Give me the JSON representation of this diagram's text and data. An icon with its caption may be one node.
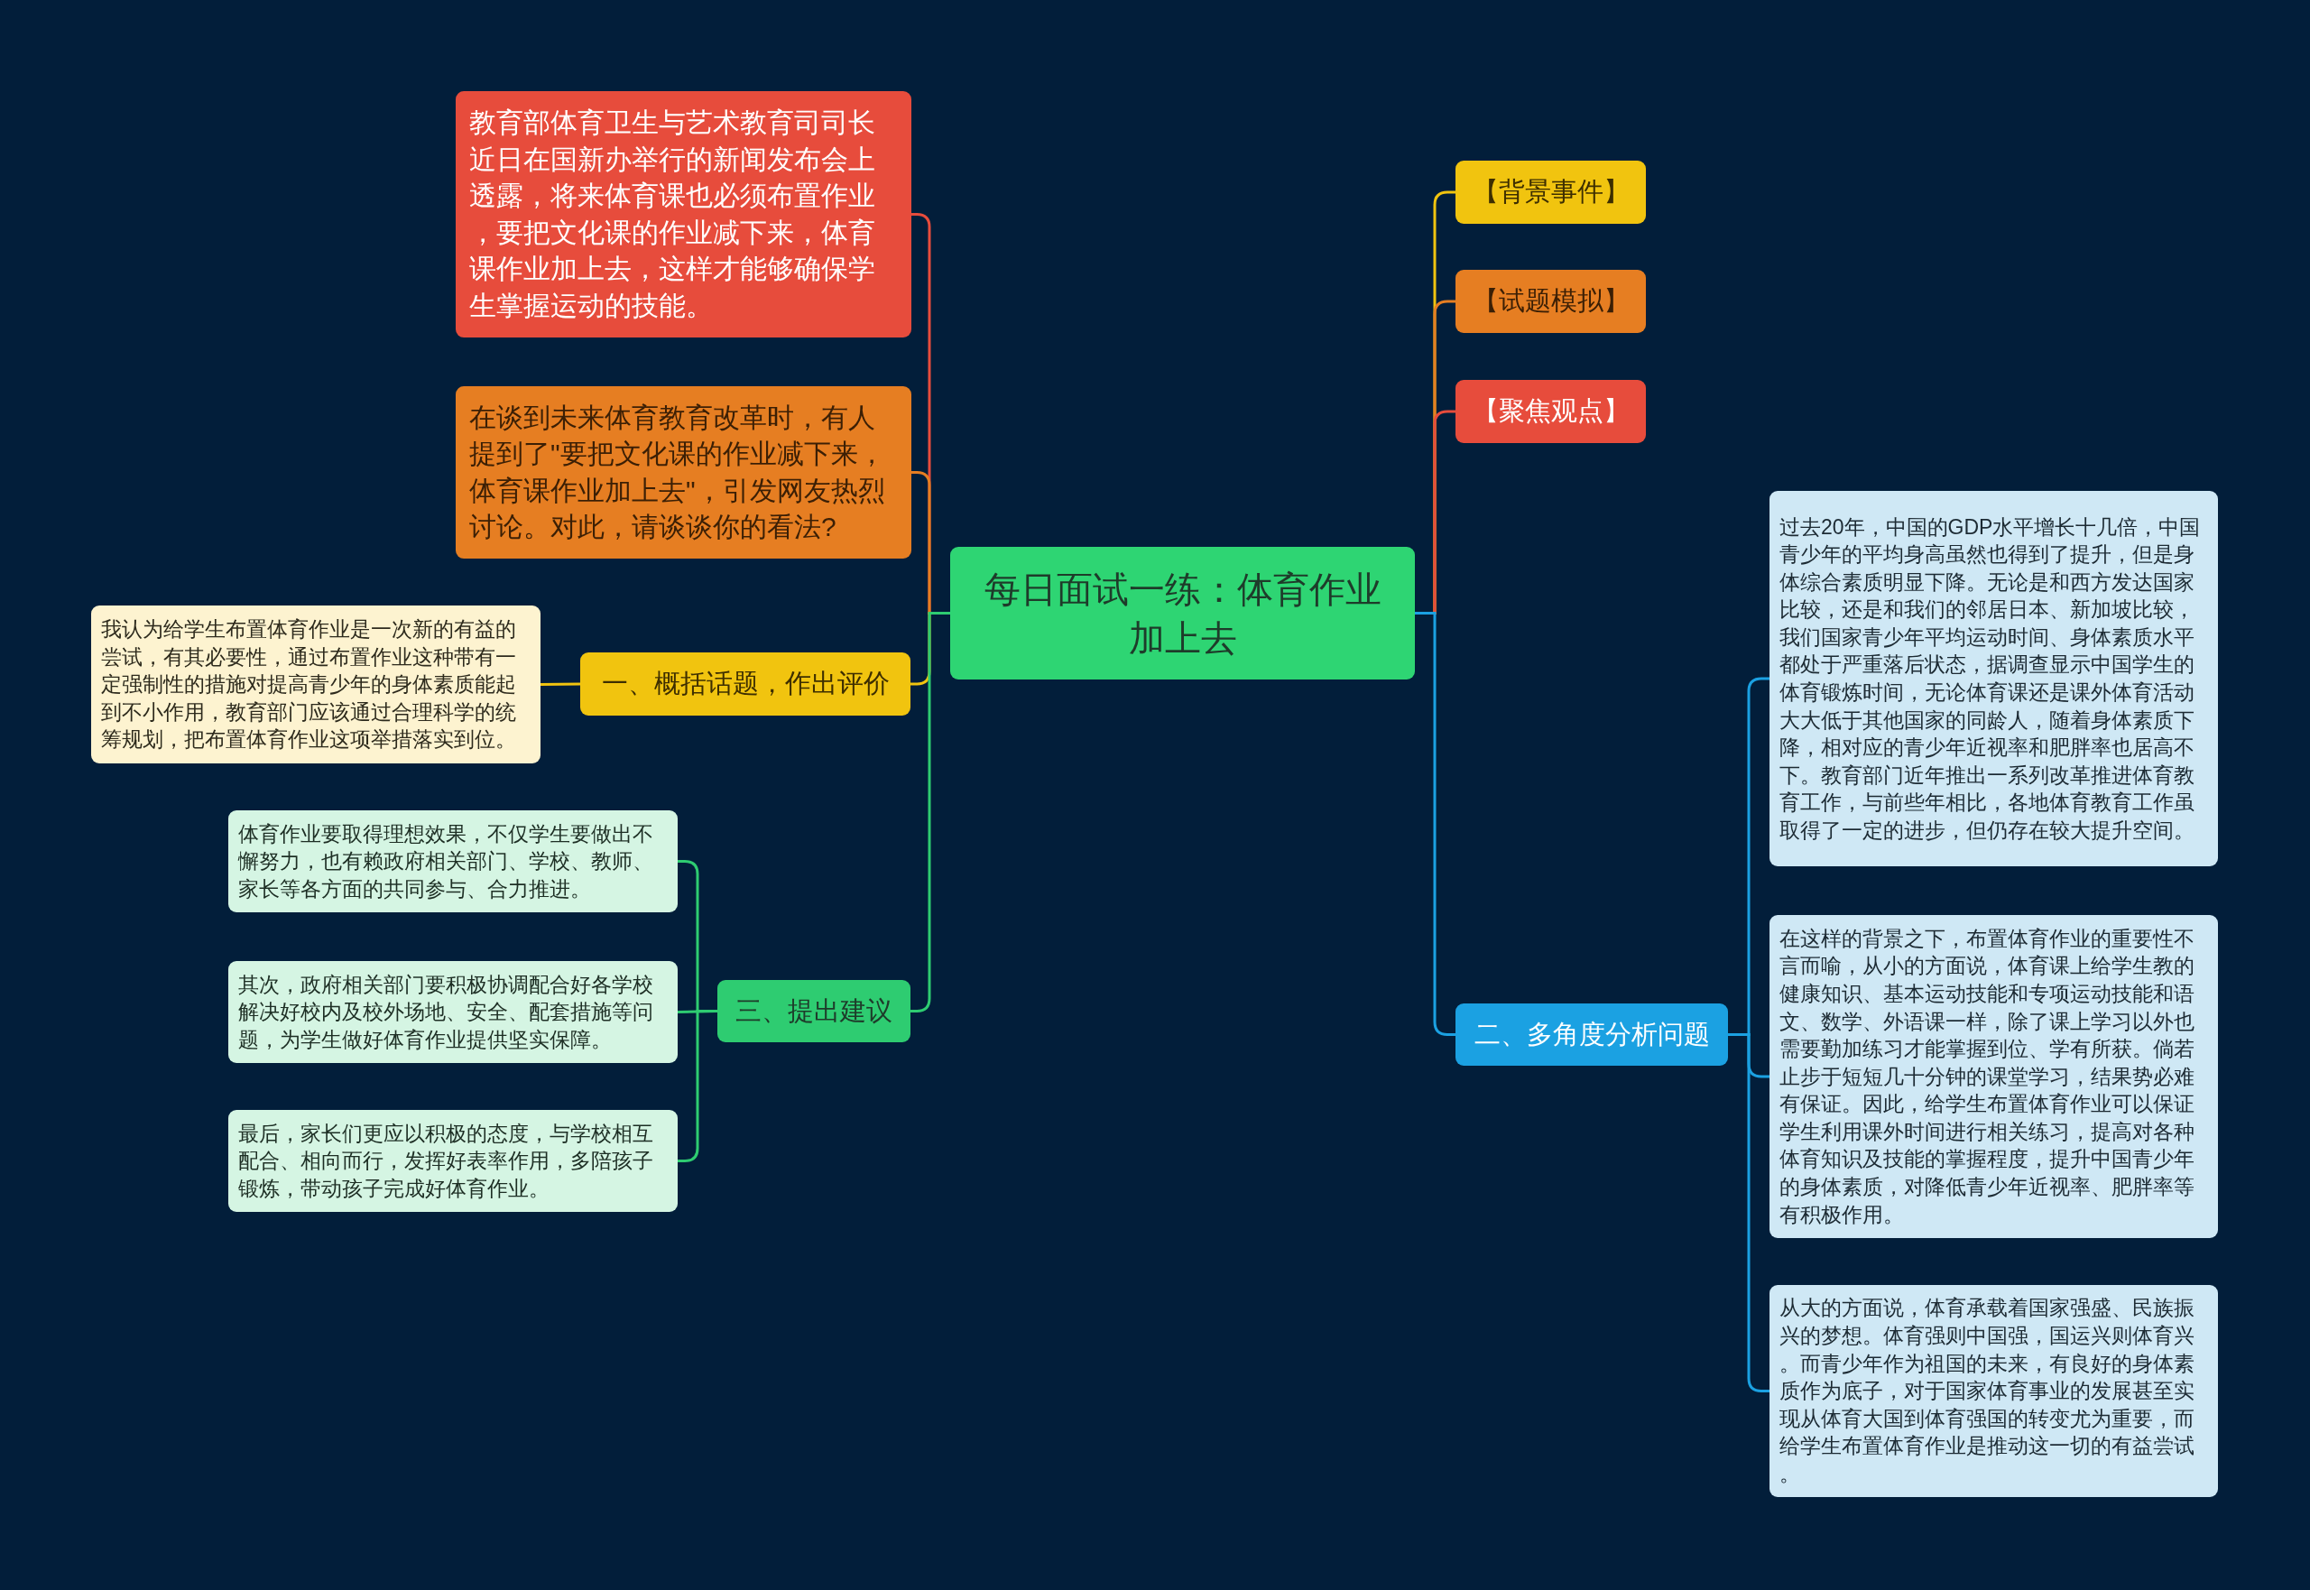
{
  "diagram": {
    "nodes": [
      {
        "text": [
          "每日面试一练：体育作业加上去"
        ]
      },
      {
        "text": [
          "【背景事件】"
        ]
      },
      {
        "text": [
          "【试题模拟】"
        ]
      },
      {
        "text": [
          "【聚焦观点】"
        ]
      },
      {
        "text": [
          "二、多角度分析问题"
        ]
      },
      {
        "text": [
          "过去20年，中国的GDP水平增长十几倍，中国青少年的平均身高虽然也得到了提升，但是身体综合素质明显下降。无论是和西方发达国家比较，还是和我们的邻居日本、新加坡比较，我们国家青少年平均运动时间、身体素质水平都处于严重落后状态，据调查显示中国学生的体育锻炼时间，无论体育课还是课外体育活动大大低于其他国家的同龄人，随着身体素质下降，相对应的青少年近视率和肥胖率也居高不下。教育部门近年推出一系列改革推进体育教育工作，与前些年相比，各地体育教育工作虽取得了一定的进步，但仍存在较大提升空间。"
        ]
      },
      {
        "text": [
          "在这样的背景之下，布置体育作业的重要性不言而喻，从小的方面说，体育课上给学生教的健康知识、基本运动技能和专项运动技能和语文、数学、外语课一样，除了课上学习以外也需要勤加练习才能掌握到位、学有所获。倘若止步于短短几十分钟的课堂学习，结果势必难有保证。因此，给学生布置体育作业可以保证学生利用课外时间进行相关练习，提高对各种体育知识及技能的掌握程度，提升中国青少年的身体素质，对降低青少年近视率、肥胖率等有积极作用。"
        ]
      },
      {
        "text": [
          "从大的方面说，体育承载着国家强盛、民族振兴的梦想。体育强则中国强，国运兴则体育兴。而青少年作为祖国的未来，有良好的身体素质作为底子，对于国家体育事业的发展甚至实现从体育大国到体育强国的转变尤为重要，而给学生布置体育作业是推动这一切的有益尝试。"
        ]
      },
      {
        "text": [
          "教育部体育卫生与艺术教育司司长近日在国新办举行的新闻发布会上透露，将来体育课也必须布置作业，要把文化课的作业减下来，体育课作业加上去，这样才能够确保学生掌握运动的技能。"
        ]
      },
      {
        "text": [
          "在谈到未来体育教育改革时，有人提到了\"要把文化课的作业减下来，体育课作业加上去\"，引发网友热烈讨论。对此，请谈谈你的看法?"
        ]
      },
      {
        "text": [
          "一、概括话题，作出评价"
        ]
      },
      {
        "text": [
          "我认为给学生布置体育作业是一次新的有益的尝试，有其必要性，通过布置作业这种带有一定强制性的措施对提高青少年的身体素质能起到不小作用，教育部门应该通过合理科学的统筹规划，把布置体育作业这项举措落实到位。"
        ]
      },
      {
        "text": [
          "三、提出建议"
        ]
      },
      {
        "text": [
          "体育作业要取得理想效果，不仅学生要做出不懈努力，也有赖政府相关部门、学校、教师、家长等各方面的共同参与、合力推进。"
        ]
      },
      {
        "text": [
          "其次，政府相关部门要积极协调配合好各学校解决好校内及校外场地、安全、配套措施等问题，为学生做好体育作业提供坚实保障。"
        ]
      },
      {
        "text": [
          "最后，家长们更应以积极的态度，与学校相互配合、相向而行，发挥好表率作用，多陪孩子锻炼，带动孩子完成好体育作业。"
        ]
      }
    ],
    "edges": [
      {
        "from": 0,
        "to": 1,
        "arrow": "none",
        "color": "#f1c40f"
      },
      {
        "from": 0,
        "to": 2,
        "arrow": "none",
        "color": "#e67e22"
      },
      {
        "from": 0,
        "to": 3,
        "arrow": "none",
        "color": "#e74c3c"
      },
      {
        "from": 0,
        "to": 4,
        "arrow": "none",
        "color": "#1ba1e2"
      },
      {
        "from": 4,
        "to": 5,
        "arrow": "none",
        "color": "#1ba1e2"
      },
      {
        "from": 4,
        "to": 6,
        "arrow": "none",
        "color": "#1ba1e2"
      },
      {
        "from": 4,
        "to": 7,
        "arrow": "none",
        "color": "#1ba1e2"
      },
      {
        "from": 0,
        "to": 8,
        "arrow": "none",
        "color": "#e74c3c"
      },
      {
        "from": 0,
        "to": 9,
        "arrow": "none",
        "color": "#e67e22"
      },
      {
        "from": 0,
        "to": 10,
        "arrow": "none",
        "color": "#f1c40f"
      },
      {
        "from": 10,
        "to": 11,
        "arrow": "none",
        "color": "#f1c40f"
      },
      {
        "from": 0,
        "to": 12,
        "arrow": "none",
        "color": "#2ecc71"
      },
      {
        "from": 12,
        "to": 13,
        "arrow": "none",
        "color": "#2ecc71"
      },
      {
        "from": 12,
        "to": 14,
        "arrow": "none",
        "color": "#2ecc71"
      },
      {
        "from": 12,
        "to": 15,
        "arrow": "none",
        "color": "#2ecc71"
      }
    ]
  }
}
